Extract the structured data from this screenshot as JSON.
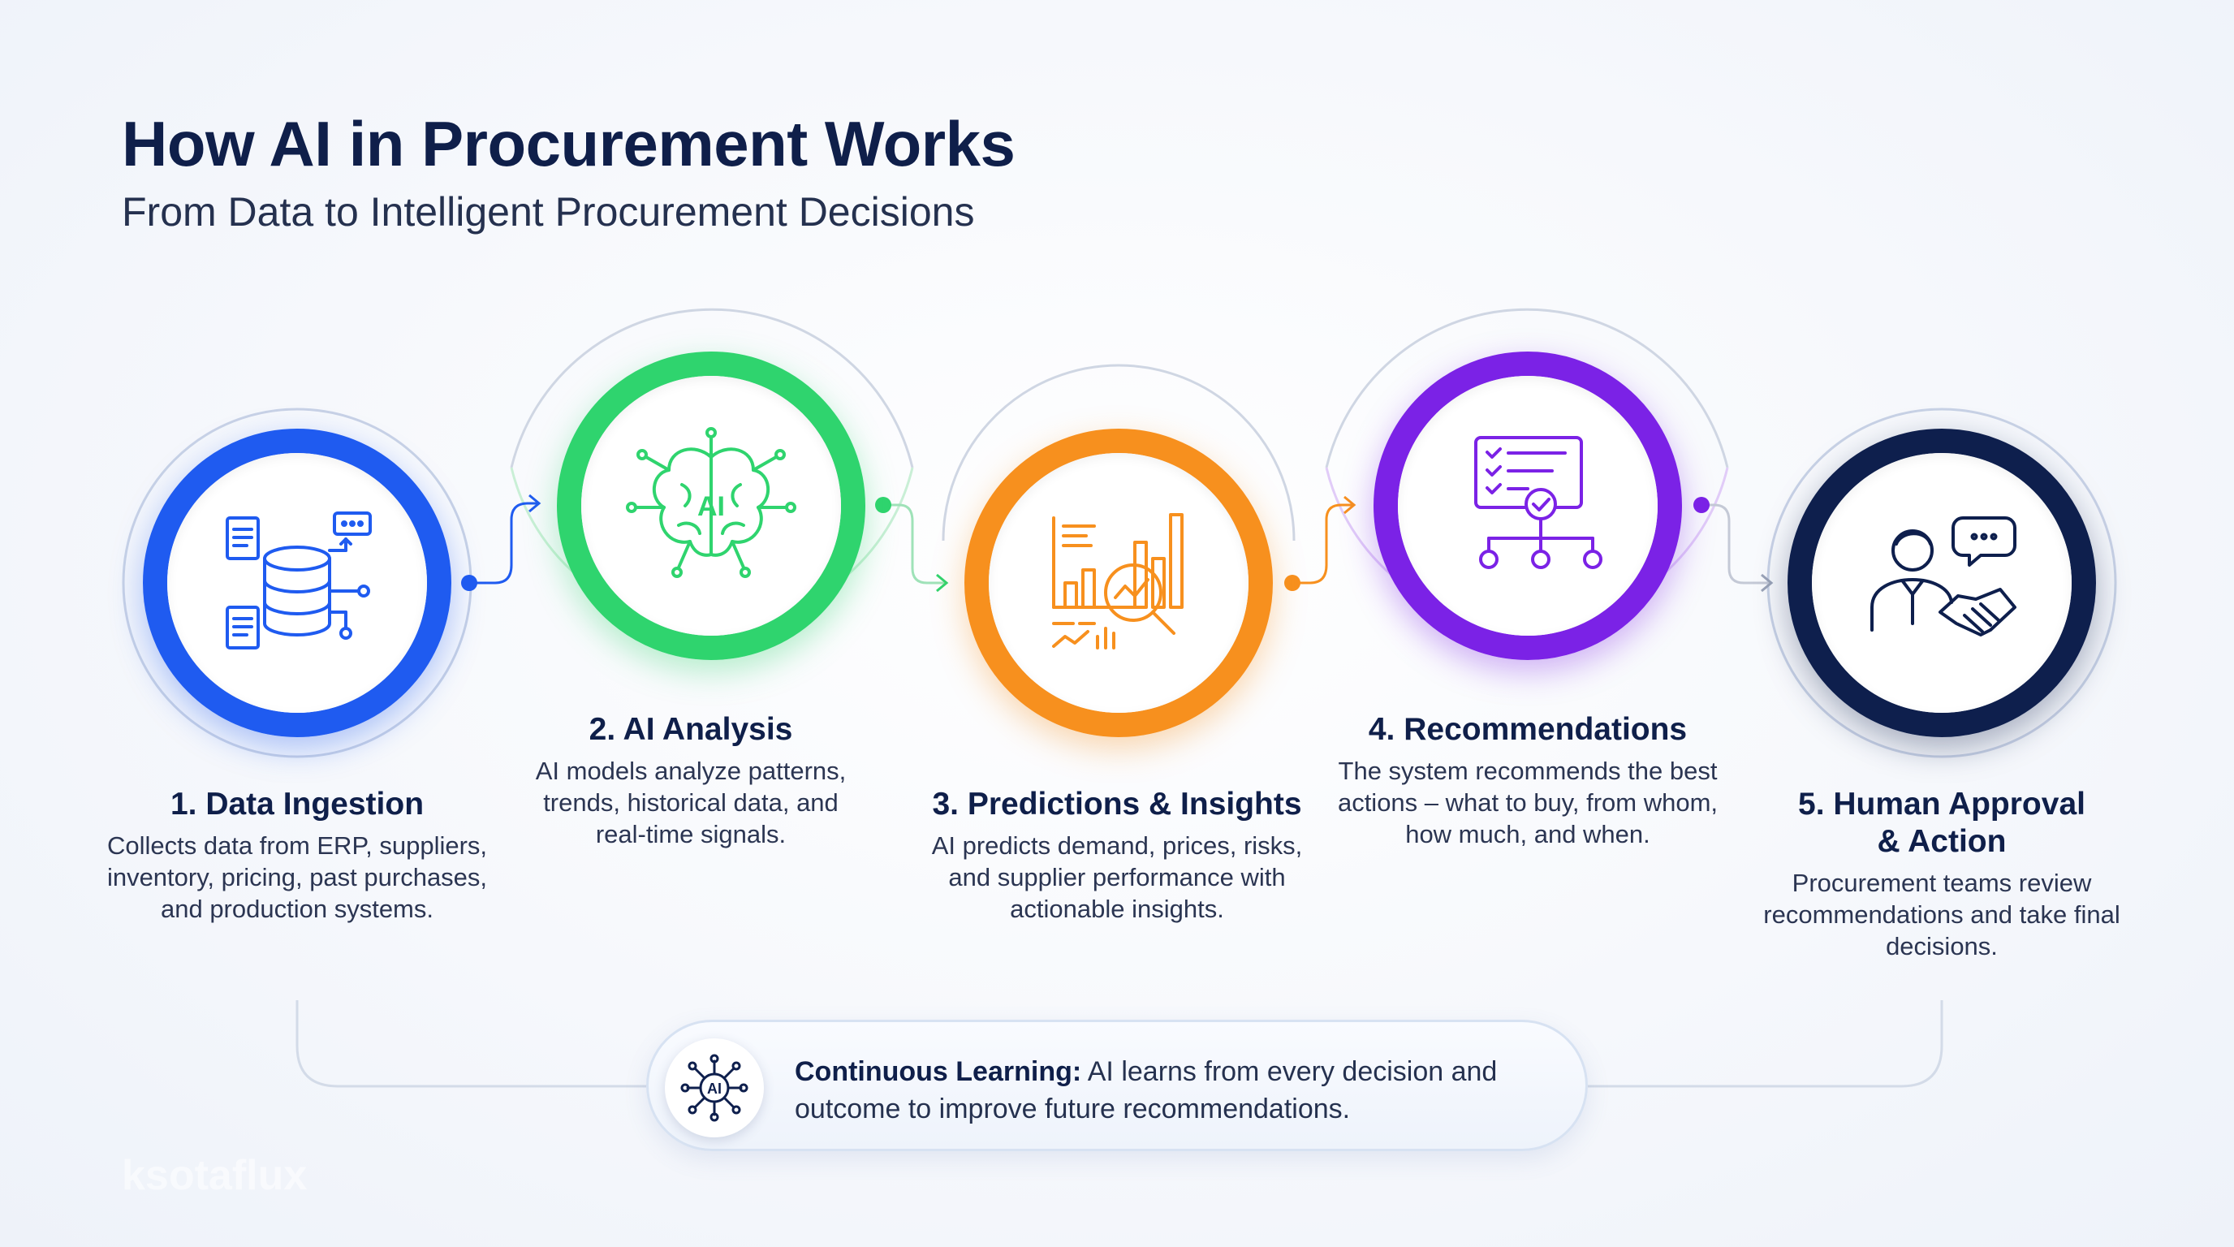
{
  "header": {
    "title": "How AI in Procurement Works",
    "subtitle": "From Data to Intelligent Procurement Decisions"
  },
  "icon_text": {
    "ai": "AI"
  },
  "steps": [
    {
      "title": "1. Data Ingestion",
      "description": "Collects data from ERP, suppliers, inventory, pricing, past purchases, and production systems.",
      "icon": "database-icon",
      "color": "#1f5bf0"
    },
    {
      "title": "2. AI Analysis",
      "description": "AI models analyze patterns, trends, historical data, and real-time signals.",
      "icon": "ai-brain-icon",
      "color": "#2fd46e"
    },
    {
      "title": "3. Predictions & Insights",
      "description": "AI predicts demand, prices, risks, and supplier performance with actionable insights.",
      "icon": "chart-magnifier-icon",
      "color": "#f7901e"
    },
    {
      "title": "4. Recommendations",
      "description": "The system recommends the best actions – what to buy, from whom, how much, and when.",
      "icon": "checklist-hierarchy-icon",
      "color": "#7b22e6"
    },
    {
      "title": "5. Human Approval & Action",
      "description": "Procurement teams review recommendations and take final decisions.",
      "icon": "handshake-person-icon",
      "color": "#0e1f4d"
    }
  ],
  "learning": {
    "label": "Continuous Learning:",
    "text": " AI learns from every decision and outcome to improve future recommendations.",
    "icon": "ai-network-icon"
  },
  "watermark": "ksotaflux"
}
